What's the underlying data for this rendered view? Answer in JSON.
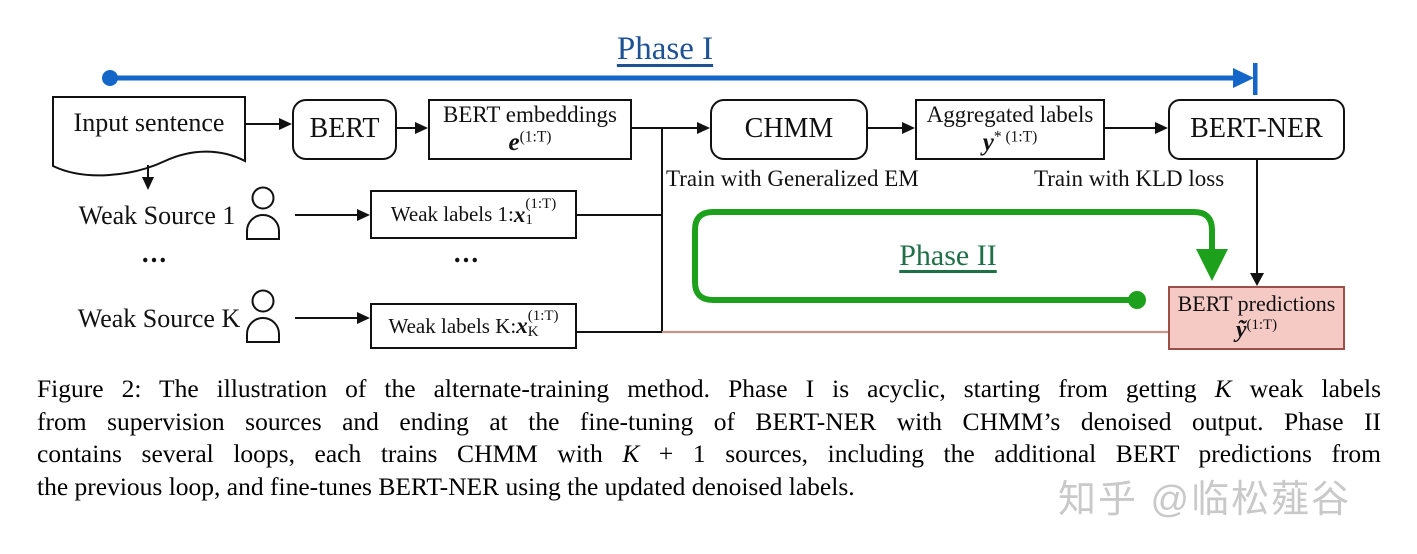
{
  "colors": {
    "blue-line": "#1467c8",
    "blue-text": "#1e5294",
    "green-line": "#1da11d",
    "green-text": "#1f7046",
    "pink-fill": "#f5cac5",
    "pink-border": "#9c4f47",
    "pink-line": "#c9938d",
    "wm": "#c9c9c9"
  },
  "phases": {
    "phase1": "Phase I",
    "phase2": "Phase II"
  },
  "nodes": {
    "input_sentence": "Input sentence",
    "bert": "BERT",
    "bert_embeddings": {
      "title": "BERT embeddings",
      "math": {
        "base": "e",
        "sup": "(1:T)"
      }
    },
    "chmm": "CHMM",
    "aggregated_labels": {
      "title": "Aggregated labels",
      "math": {
        "base": "y",
        "sup": "* (1:T)"
      }
    },
    "bert_ner": "BERT-NER",
    "bert_predictions": {
      "title": "BERT predictions",
      "math": {
        "base": "ỹ",
        "sup": "(1:T)"
      }
    }
  },
  "weak_sources": {
    "source1_label": "Weak Source 1",
    "sourceK_label": "Weak Source K",
    "ellipsis": "...",
    "labels1": {
      "prefix": "Weak labels 1: ",
      "base": "x",
      "sub": "1",
      "sup": "(1:T)"
    },
    "labelsK": {
      "prefix": "Weak labels K: ",
      "base": "x",
      "sub": "K",
      "sup": "(1:T)"
    }
  },
  "annotations": {
    "train_em": "Train with Generalized EM",
    "train_kld": "Train with KLD loss"
  },
  "caption": {
    "lines": [
      {
        "segments": [
          {
            "text": "Figure 2: The illustration of the alternate-training method.  Phase I is acyclic, starting from getting "
          },
          {
            "text": "K"
          },
          {
            "text": " weak labels"
          }
        ]
      },
      {
        "segments": [
          {
            "text": "from supervision sources and ending at the fine-tuning of BERT-NER with CHMM’s denoised output.  Phase II"
          }
        ]
      },
      {
        "segments": [
          {
            "text": "contains several loops, each trains CHMM with "
          },
          {
            "text": "K"
          },
          {
            "text": " + 1 sources, including the additional BERT predictions from"
          }
        ]
      },
      {
        "segments": [
          {
            "text": "the previous loop, and fine-tunes BERT-NER using the updated denoised labels."
          }
        ]
      }
    ]
  },
  "watermark": "知乎 @临松薤谷"
}
